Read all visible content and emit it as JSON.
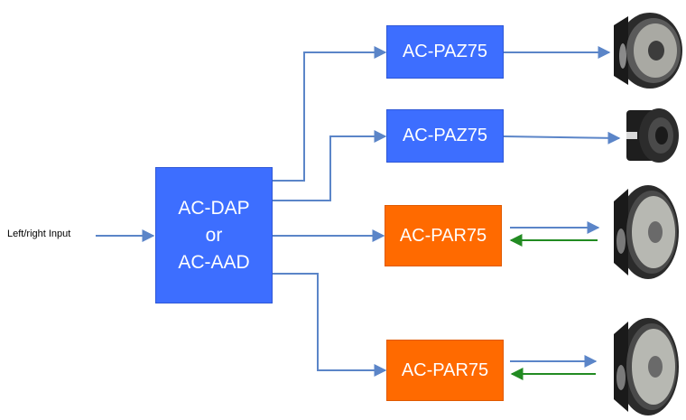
{
  "input_label": "Left/right Input",
  "processor": {
    "line1": "AC-DAP",
    "line2": "or",
    "line3": "AC-AAD"
  },
  "amplifiers": [
    {
      "label": "AC-PAZ75",
      "color": "#3d6eff"
    },
    {
      "label": "AC-PAZ75",
      "color": "#3d6eff"
    },
    {
      "label": "AC-PAR75",
      "color": "#ff6a00"
    },
    {
      "label": "AC-PAR75",
      "color": "#ff6a00"
    }
  ],
  "speakers": [
    {
      "icon": "woofer-speaker-icon"
    },
    {
      "icon": "tweeter-speaker-icon"
    },
    {
      "icon": "woofer-speaker-icon"
    },
    {
      "icon": "woofer-speaker-icon"
    }
  ],
  "colors": {
    "wire": "#5b85c8",
    "feedback": "#228b22"
  }
}
